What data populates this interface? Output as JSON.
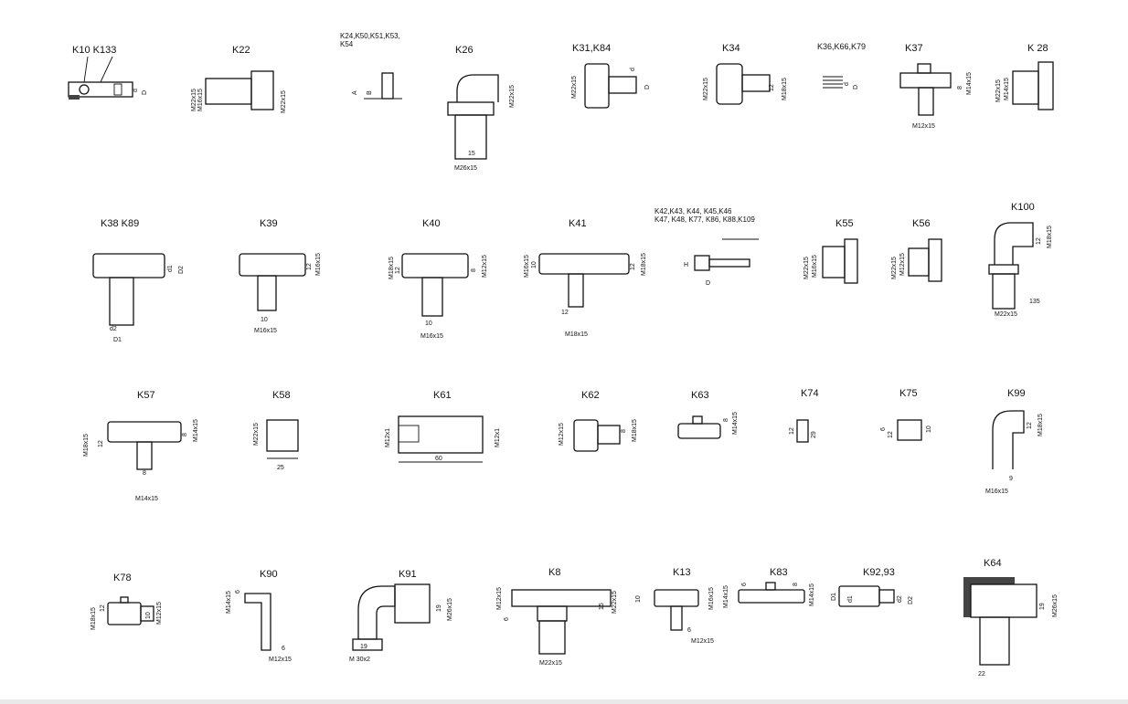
{
  "page": {
    "background": "#ffffff",
    "ink": "#111111"
  },
  "parts": {
    "k10": {
      "title": "K10  K133",
      "dims": [
        "d",
        "D"
      ]
    },
    "k22": {
      "title": "K22",
      "dims": [
        "M22x15",
        "M16x15",
        "M22x15"
      ]
    },
    "k24": {
      "title": "K24,K50,K51,K53,",
      "title2": "K54",
      "dims": [
        "A",
        "B"
      ]
    },
    "k26": {
      "title": "K26",
      "dims": [
        "M22x15",
        "15",
        "M26x15"
      ]
    },
    "k31": {
      "title": "K31,K84",
      "dims": [
        "M22x15",
        "d",
        "D"
      ]
    },
    "k34": {
      "title": "K34",
      "dims": [
        "M22x15",
        "12",
        "M18x15"
      ]
    },
    "k36": {
      "title": "K36,K66,K79",
      "dims": [
        "d",
        "D"
      ]
    },
    "k37": {
      "title": "K37",
      "dims": [
        "8",
        "M14x15",
        "M12x15"
      ]
    },
    "k28": {
      "title": "K 28",
      "dims": [
        "M22x15",
        "M14x15"
      ]
    },
    "k38": {
      "title": "K38 K89",
      "dims": [
        "d1",
        "D2",
        "d2",
        "D1"
      ]
    },
    "k39": {
      "title": "K39",
      "dims": [
        "12",
        "M16x15",
        "10",
        "M16x15"
      ]
    },
    "k40": {
      "title": "K40",
      "dims": [
        "M18x15",
        "12",
        "8",
        "M12x15",
        "10",
        "M16x15"
      ]
    },
    "k41": {
      "title": "K41",
      "dims": [
        "M16x15",
        "10",
        "12",
        "M18x15",
        "12",
        "M18x15"
      ]
    },
    "k42": {
      "title": "K42,K43, K44, K45,K46",
      "title2": "K47, K48, K77, K86, K88,K109",
      "dims": [
        "H",
        "D"
      ]
    },
    "k55": {
      "title": "K55",
      "dims": [
        "M22x15",
        "M16x15"
      ]
    },
    "k56": {
      "title": "K56",
      "dims": [
        "M22x15",
        "M12x15"
      ]
    },
    "k100": {
      "title": "K100",
      "dims": [
        "12",
        "M18x15",
        "135",
        "M22x15"
      ]
    },
    "k57": {
      "title": "K57",
      "dims": [
        "M18x15",
        "12",
        "8",
        "M14x15",
        "8",
        "M14x15"
      ]
    },
    "k58": {
      "title": "K58",
      "dims": [
        "M22x15",
        "25"
      ]
    },
    "k61": {
      "title": "K61",
      "dims": [
        "M12x1",
        "M12x1",
        "60"
      ]
    },
    "k62": {
      "title": "K62",
      "dims": [
        "M12x15",
        "8",
        "M18x15"
      ]
    },
    "k63": {
      "title": "K63",
      "dims": [
        "8",
        "M14x15"
      ]
    },
    "k74": {
      "title": "K74",
      "dims": [
        "12",
        "29"
      ]
    },
    "k75": {
      "title": "K75",
      "dims": [
        "6",
        "12",
        "10"
      ]
    },
    "k99": {
      "title": "K99",
      "dims": [
        "12",
        "M18x15",
        "9",
        "M16x15"
      ]
    },
    "k78": {
      "title": "K78",
      "dims": [
        "M18x15",
        "12",
        "10",
        "M12x15"
      ]
    },
    "k90": {
      "title": "K90",
      "dims": [
        "M14x15",
        "6",
        "6",
        "M12x15"
      ]
    },
    "k91": {
      "title": "K91",
      "dims": [
        "19",
        "M26x15",
        "19",
        "M 30x2"
      ]
    },
    "k8": {
      "title": "K8",
      "dims": [
        "M12x15",
        "6",
        "15",
        "M22x15",
        "M22x15"
      ]
    },
    "k13": {
      "title": "K13",
      "dims": [
        "10",
        "M16x15",
        "6",
        "M12x15"
      ]
    },
    "k83": {
      "title": "K83",
      "dims": [
        "M14x15",
        "6",
        "8",
        "M14x15"
      ]
    },
    "k92": {
      "title": "K92,93",
      "dims": [
        "D1",
        "d1",
        "d2",
        "D2"
      ]
    },
    "k64": {
      "title": "K64",
      "dims": [
        "19",
        "M26x15",
        "22"
      ]
    }
  }
}
